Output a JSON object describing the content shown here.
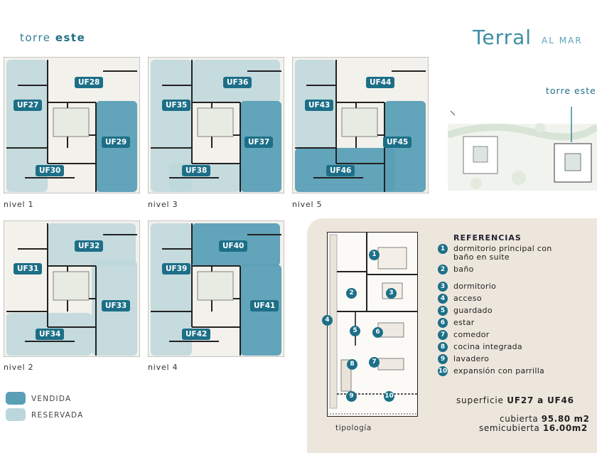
{
  "header": {
    "tower_prefix": "torre",
    "tower_name": "este"
  },
  "brand": {
    "main": "Terral",
    "sub": "AL MAR"
  },
  "site": {
    "label": "torre este"
  },
  "colors": {
    "sold": "#5a9fb6",
    "reserved": "#bcd7db",
    "accent": "#1d6f88",
    "panel": "#ede6dc"
  },
  "plans": [
    {
      "level": "nivel 1",
      "units": [
        {
          "id": "UF27",
          "status": "reservada"
        },
        {
          "id": "UF28",
          "status": "disponible"
        },
        {
          "id": "UF29",
          "status": "vendida"
        },
        {
          "id": "UF30",
          "status": "disponible"
        }
      ]
    },
    {
      "level": "nivel 3",
      "units": [
        {
          "id": "UF35",
          "status": "reservada"
        },
        {
          "id": "UF36",
          "status": "reservada"
        },
        {
          "id": "UF37",
          "status": "vendida"
        },
        {
          "id": "UF38",
          "status": "reservada"
        }
      ]
    },
    {
      "level": "nivel 5",
      "units": [
        {
          "id": "UF43",
          "status": "reservada"
        },
        {
          "id": "UF44",
          "status": "disponible"
        },
        {
          "id": "UF45",
          "status": "vendida"
        },
        {
          "id": "UF46",
          "status": "vendida"
        }
      ]
    },
    {
      "level": "nivel 2",
      "units": [
        {
          "id": "UF31",
          "status": "disponible"
        },
        {
          "id": "UF32",
          "status": "reservada"
        },
        {
          "id": "UF33",
          "status": "reservada"
        },
        {
          "id": "UF34",
          "status": "reservada"
        }
      ]
    },
    {
      "level": "nivel 4",
      "units": [
        {
          "id": "UF39",
          "status": "reservada"
        },
        {
          "id": "UF40",
          "status": "vendida"
        },
        {
          "id": "UF41",
          "status": "vendida"
        },
        {
          "id": "UF42",
          "status": "disponible"
        }
      ]
    }
  ],
  "legend": {
    "sold": "VENDIDA",
    "reserved": "RESERVADA"
  },
  "references": {
    "title": "REFERENCIAS",
    "items": [
      {
        "n": "1",
        "line1": "dormitorio principal con",
        "line2": "baño en suite"
      },
      {
        "n": "2",
        "line1": "baño"
      },
      {
        "n": "3",
        "line1": "dormitorio"
      },
      {
        "n": "4",
        "line1": "acceso"
      },
      {
        "n": "5",
        "line1": "guardado"
      },
      {
        "n": "6",
        "line1": "estar"
      },
      {
        "n": "7",
        "line1": "comedor"
      },
      {
        "n": "8",
        "line1": "cocina integrada"
      },
      {
        "n": "9",
        "line1": "lavadero"
      },
      {
        "n": "10",
        "line1": "expansión con parrilla"
      }
    ]
  },
  "surface": {
    "label": "superficie",
    "range": "UF27 a UF46",
    "cubierta_label": "cubierta",
    "cubierta_value": "95.80 m2",
    "semicubierta_label": "semicubierta",
    "semicubierta_value": "16.00m2"
  },
  "tipologia": "tipología"
}
